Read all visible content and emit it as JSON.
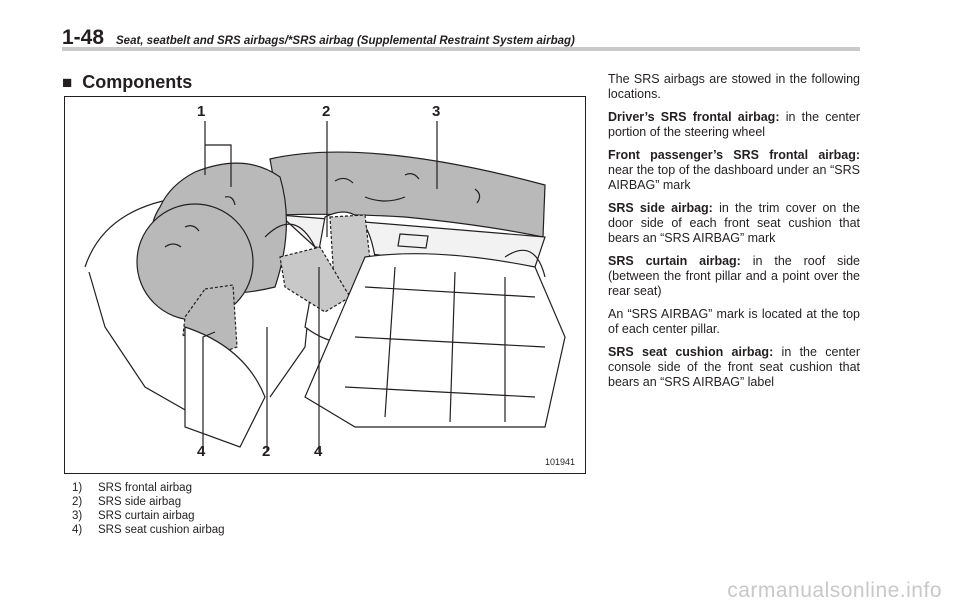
{
  "header": {
    "page_number": "1-48",
    "section_title": "Seat, seatbelt and SRS airbags/*SRS airbag (Supplemental Restraint System airbag)"
  },
  "components": {
    "bullet": "■",
    "heading": "Components"
  },
  "figure": {
    "callouts_top": [
      "1",
      "2",
      "3"
    ],
    "callouts_bottom": [
      "4",
      "2",
      "4"
    ],
    "figure_code": "101941"
  },
  "legend": [
    {
      "index": "1)",
      "text": "SRS frontal airbag"
    },
    {
      "index": "2)",
      "text": "SRS side airbag"
    },
    {
      "index": "3)",
      "text": "SRS curtain airbag"
    },
    {
      "index": "4)",
      "text": "SRS seat cushion airbag"
    }
  ],
  "body": {
    "intro": "The SRS airbags are stowed in the following locations.",
    "items": [
      {
        "term": "Driver’s SRS frontal airbag:",
        "text": " in the center portion of the steering wheel"
      },
      {
        "term": "Front passenger’s SRS frontal airbag:",
        "text": " near the top of the dashboard under an “SRS AIRBAG” mark"
      },
      {
        "term": "SRS side airbag:",
        "text": " in the trim cover on the door side of each front seat cushion that bears an “SRS AIRBAG” mark"
      },
      {
        "term": "SRS curtain airbag:",
        "text": " in the roof side (between the front pillar and a point over the rear seat)"
      }
    ],
    "note": "An “SRS AIRBAG” mark is located at the top of each center pillar.",
    "last_item": {
      "term": "SRS seat cushion airbag:",
      "text": " in the center console side of the front seat cushion that bears an “SRS AIRBAG” label"
    }
  },
  "watermark": "carmanualsonline.info"
}
